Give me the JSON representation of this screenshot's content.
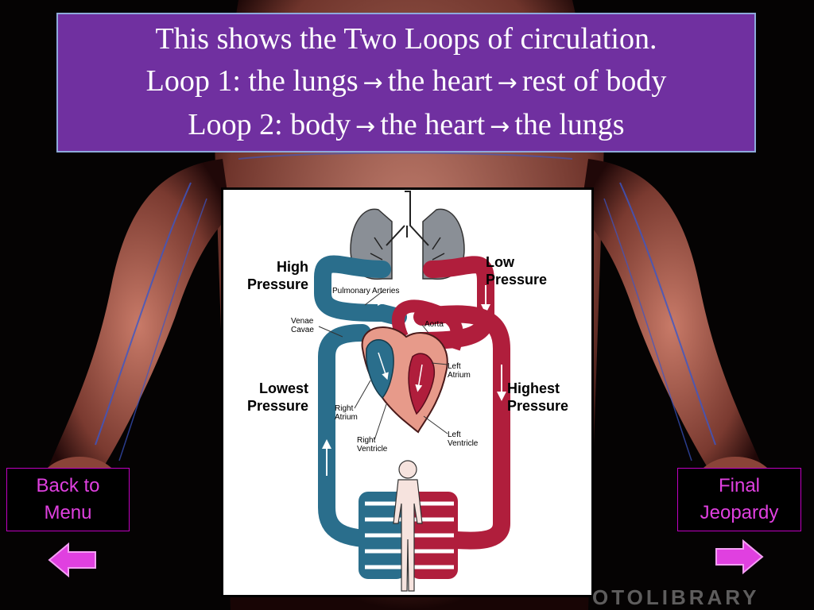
{
  "title": {
    "line1": "This shows the Two Loops of circulation.",
    "line2": [
      "Loop 1: the lungs",
      "the heart",
      "rest of body"
    ],
    "line3": [
      "Loop 2: body",
      "the heart",
      "the lungs"
    ],
    "arrow": "→"
  },
  "diagram": {
    "label_high_pressure": [
      "High",
      "Pressure"
    ],
    "label_low_pressure": [
      "Low",
      "Pressure"
    ],
    "label_lowest_pressure": [
      "Lowest",
      "Pressure"
    ],
    "label_highest_pressure": [
      "Highest",
      "Pressure"
    ],
    "label_pulmonary_arteries": "Pulmonary Arteries",
    "label_venae_cavae": [
      "Venae",
      "Cavae"
    ],
    "label_aorta": "Aorta",
    "label_left_atrium": [
      "Left",
      "Atrium"
    ],
    "label_right_atrium": [
      "Right",
      "Atrium"
    ],
    "label_right_ventricle": [
      "Right",
      "Ventricle"
    ],
    "label_left_ventricle": [
      "Left",
      "Ventricle"
    ]
  },
  "nav": {
    "back_line1": "Back to",
    "back_line2": "Menu",
    "final_line1": "Final",
    "final_line2": "Jeopardy"
  },
  "watermark": "OTOLIBRARY",
  "colors": {
    "title_bg": "#7030a0",
    "title_border": "#8eaadb",
    "nav_text": "#e040e0",
    "nav_arrow": "#e040e0",
    "oxygenated": "#b01e3c",
    "deoxygenated": "#2a6e8c"
  }
}
